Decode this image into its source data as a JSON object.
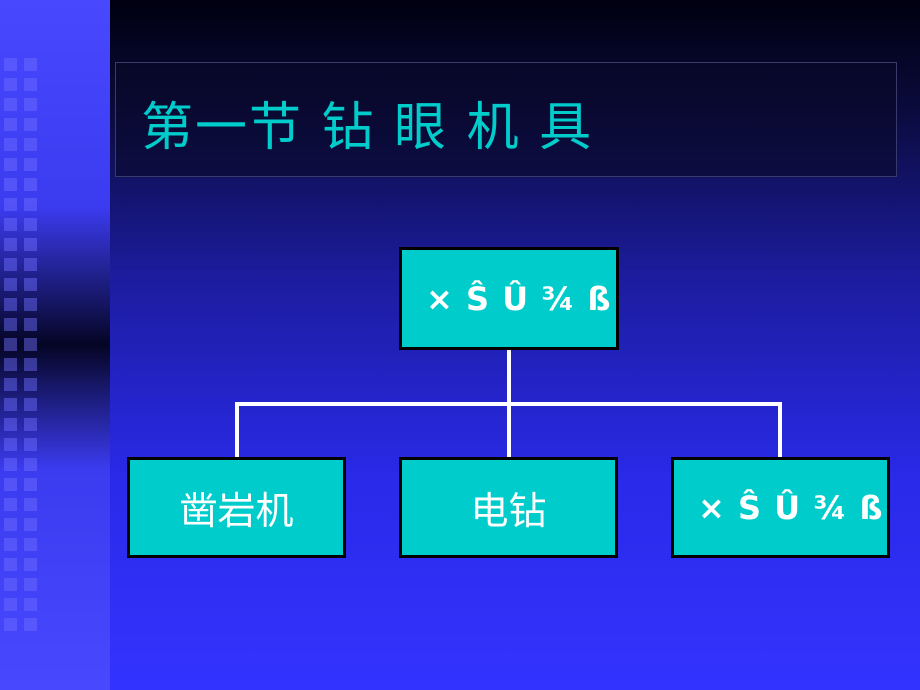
{
  "slide": {
    "title": "第一节 钻 眼 机 具"
  },
  "diagram": {
    "root": {
      "label": "× Ŝ Û ¾ ß"
    },
    "children": [
      {
        "label": "凿岩机"
      },
      {
        "label": "电钻"
      },
      {
        "label": "× Ŝ Û ¾ ß"
      }
    ]
  },
  "colors": {
    "node_fill": "#00cccc",
    "node_border": "#000000",
    "title_text": "#00cccc",
    "node_text": "#ffffff",
    "connector": "#ffffff"
  }
}
